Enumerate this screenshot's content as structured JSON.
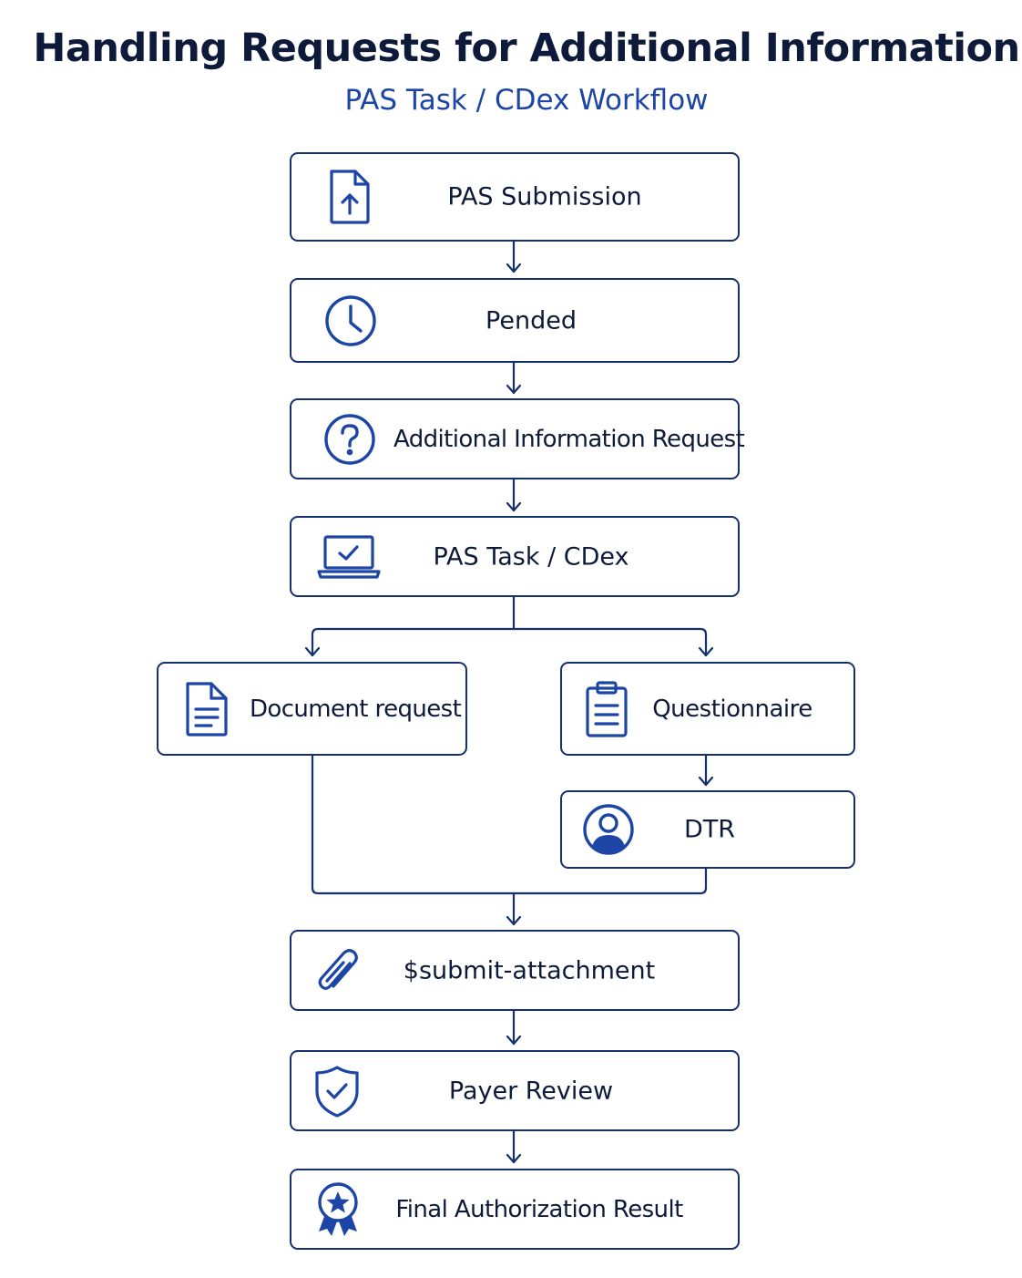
{
  "diagram": {
    "title": "Handling Requests for Additional Information",
    "subtitle": "PAS Task / CDex Workflow",
    "nodes": {
      "pas_submission": {
        "label": "PAS Submission",
        "icon": "file-upload-icon"
      },
      "pended": {
        "label": "Pended",
        "icon": "clock-icon"
      },
      "additional_info_request": {
        "label": "Additional Information Request",
        "icon": "question-circle-icon"
      },
      "pas_task_cdex": {
        "label": "PAS Task / CDex",
        "icon": "laptop-check-icon"
      },
      "document_request": {
        "label": "Document request",
        "icon": "document-icon"
      },
      "questionnaire": {
        "label": "Questionnaire",
        "icon": "clipboard-icon"
      },
      "dtr": {
        "label": "DTR",
        "icon": "user-circle-icon"
      },
      "submit_attachment": {
        "label": "$submit-attachment",
        "icon": "paperclip-icon"
      },
      "payer_review": {
        "label": "Payer Review",
        "icon": "shield-check-icon"
      },
      "final_result": {
        "label": "Final Authorization Result",
        "icon": "award-icon"
      }
    },
    "colors": {
      "accent": "#1c45a6",
      "border": "#15306f",
      "text": "#0d1a3a"
    }
  }
}
